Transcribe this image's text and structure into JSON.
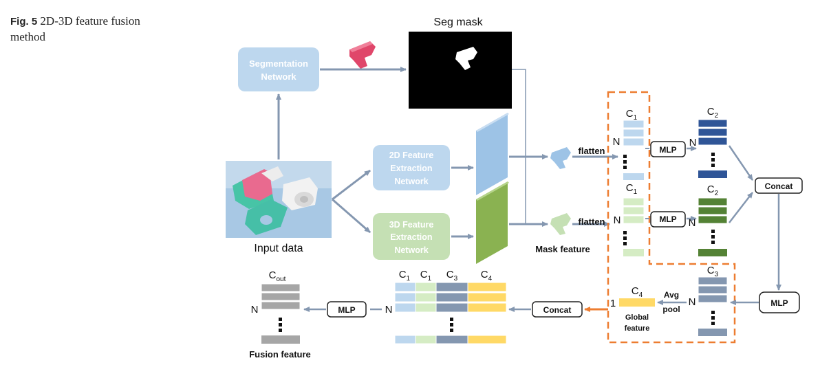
{
  "caption": {
    "fig_label": "Fig. 5",
    "text": "2D-3D feature fusion method"
  },
  "nodes": {
    "seg_network": [
      "Segmentation",
      "Network"
    ],
    "feat2d_network": [
      "2D Feature",
      "Extraction",
      "Network"
    ],
    "feat3d_network": [
      "3D Feature",
      "Extraction",
      "Network"
    ],
    "seg_mask": "Seg mask",
    "input_data": "Input data",
    "mask_feature": "Mask feature",
    "flatten": "flatten",
    "mlp": "MLP",
    "concat": "Concat",
    "avg_pool": [
      "Avg",
      "pool"
    ],
    "global_feature": [
      "Global",
      "feature"
    ],
    "fusion_feature": "Fusion feature"
  },
  "symbols": {
    "N": "N",
    "one": "1",
    "C": "C",
    "sub_1": "1",
    "sub_2": "2",
    "sub_3": "3",
    "sub_4": "4",
    "sub_out": "out"
  },
  "colors": {
    "net_2d": "#bdd7ee",
    "net_3d": "#c5e0b4",
    "c1_blue": "#bdd7ee",
    "c1_green": "#d5ecc4",
    "c2_blue": "#2f5597",
    "c2_green": "#548235",
    "c3": "#8497b0",
    "c4": "#ffd966",
    "cout": "#a6a6a6",
    "arrow": "#8497b0",
    "orange": "#ed7d31",
    "mask_bg": "#000000"
  }
}
